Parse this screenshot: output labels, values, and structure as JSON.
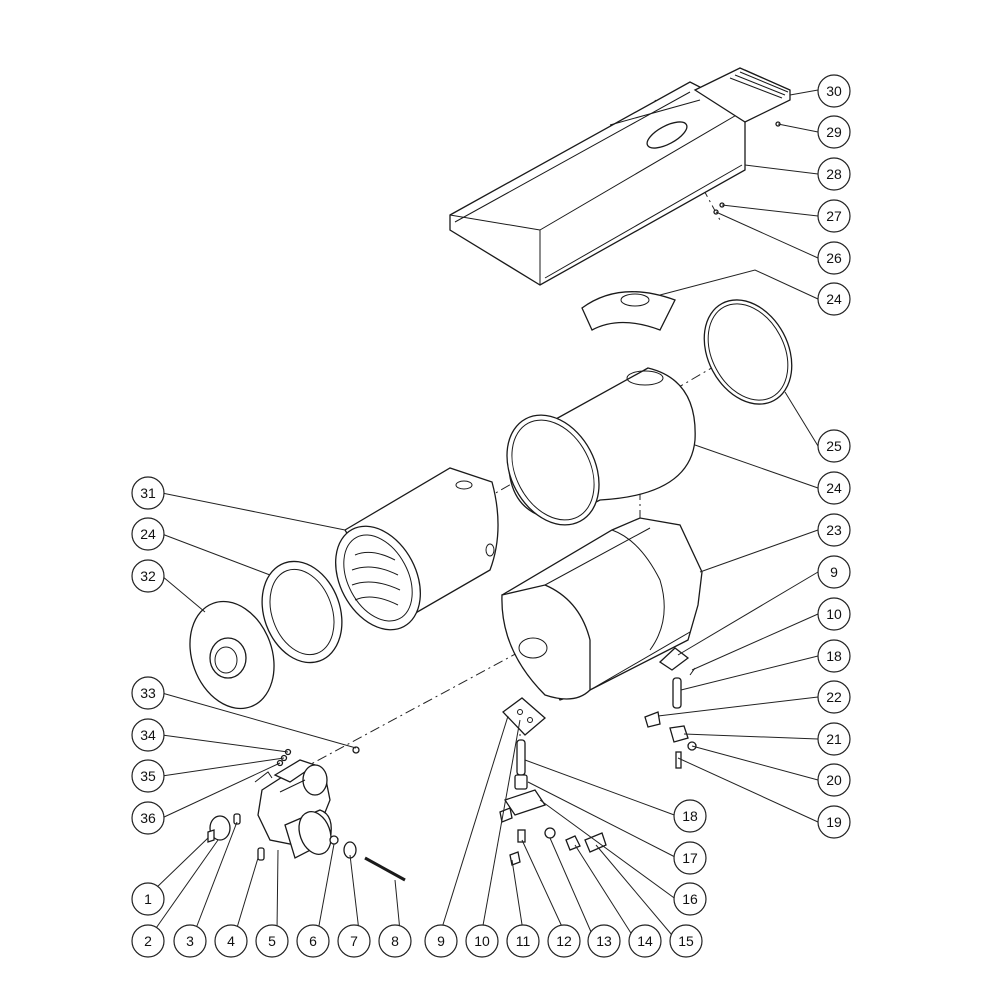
{
  "callouts": [
    "1",
    "2",
    "3",
    "4",
    "5",
    "6",
    "7",
    "8",
    "9",
    "10",
    "11",
    "12",
    "13",
    "14",
    "15",
    "16",
    "17",
    "18",
    "19",
    "20",
    "21",
    "22",
    "23",
    "24",
    "25",
    "26",
    "27",
    "28",
    "29",
    "30",
    "31",
    "32",
    "33",
    "34",
    "35",
    "36"
  ],
  "colors": {
    "line": "#1a1a1a",
    "background": "#ffffff"
  }
}
